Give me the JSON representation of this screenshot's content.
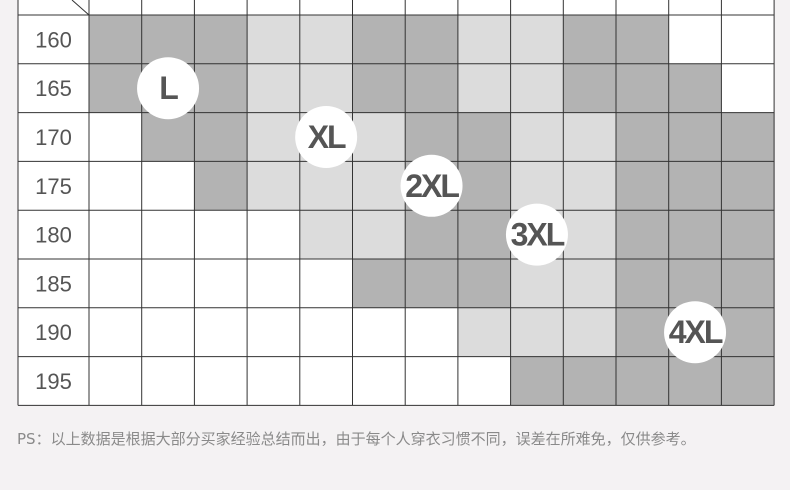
{
  "rows": [
    {
      "height": "160",
      "cells": [
        "d",
        "d",
        "d",
        "l",
        "l",
        "d",
        "d",
        "l",
        "l",
        "d",
        "d",
        "w",
        "w"
      ]
    },
    {
      "height": "165",
      "cells": [
        "d",
        "d",
        "d",
        "l",
        "l",
        "d",
        "d",
        "l",
        "l",
        "d",
        "d",
        "d",
        "w"
      ]
    },
    {
      "height": "170",
      "cells": [
        "w",
        "d",
        "d",
        "l",
        "l",
        "l",
        "d",
        "d",
        "l",
        "l",
        "d",
        "d",
        "d"
      ]
    },
    {
      "height": "175",
      "cells": [
        "w",
        "w",
        "d",
        "l",
        "l",
        "l",
        "d",
        "d",
        "l",
        "l",
        "d",
        "d",
        "d"
      ]
    },
    {
      "height": "180",
      "cells": [
        "w",
        "w",
        "w",
        "w",
        "l",
        "l",
        "d",
        "d",
        "l",
        "l",
        "d",
        "d",
        "d"
      ]
    },
    {
      "height": "185",
      "cells": [
        "w",
        "w",
        "w",
        "w",
        "w",
        "d",
        "d",
        "d",
        "l",
        "l",
        "d",
        "d",
        "d"
      ]
    },
    {
      "height": "190",
      "cells": [
        "w",
        "w",
        "w",
        "w",
        "w",
        "w",
        "w",
        "l",
        "l",
        "l",
        "d",
        "d",
        "d"
      ]
    },
    {
      "height": "195",
      "cells": [
        "w",
        "w",
        "w",
        "w",
        "w",
        "w",
        "w",
        "w",
        "d",
        "d",
        "d",
        "d",
        "d"
      ]
    }
  ],
  "size_labels": [
    {
      "label": "L",
      "row": 1,
      "col": 1
    },
    {
      "label": "XL",
      "row": 2,
      "col": 4
    },
    {
      "label": "2XL",
      "row": 3,
      "col": 6
    },
    {
      "label": "3XL",
      "row": 4,
      "col": 8
    },
    {
      "label": "4XL",
      "row": 6,
      "col": 11
    }
  ],
  "colors": {
    "dark": "#b3b3b3",
    "light": "#dcdcdc",
    "white": "#ffffff",
    "grid": "#333333",
    "label_text": "#555555"
  },
  "footer_note": "PS：以上数据是根据大部分买家经验总结而出，由于每个人穿衣习惯不同，误差在所难免，仅供参考。"
}
